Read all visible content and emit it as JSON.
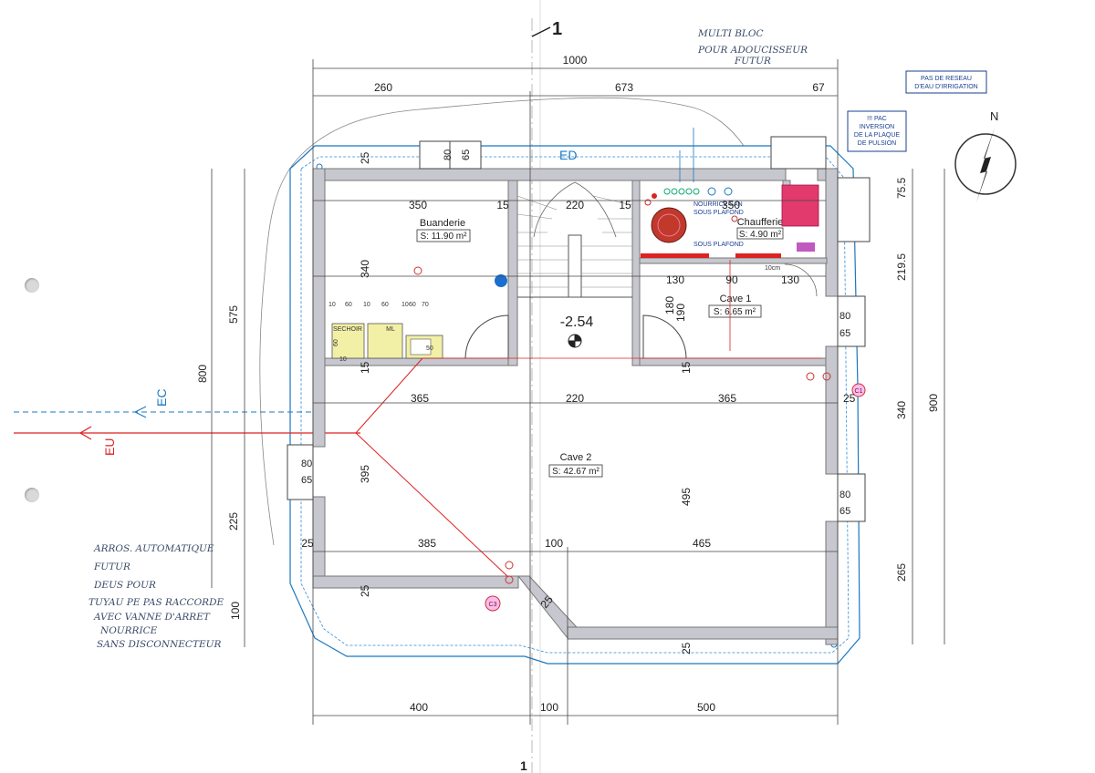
{
  "section_marker": "1",
  "networks": {
    "ed": "ED",
    "ec": "EC",
    "eu": "EU"
  },
  "rooms": {
    "buanderie": {
      "name": "Buanderie",
      "area": "S: 11.90 m²"
    },
    "chaufferie": {
      "name": "Chaufferie",
      "area": "S: 4.90 m²"
    },
    "cave1": {
      "name": "Cave 1",
      "area": "S: 6.65 m²"
    },
    "cave2": {
      "name": "Cave 2",
      "area": "S: 42.67 m²"
    }
  },
  "level": "-2.54",
  "dims_top": {
    "total": "1000",
    "left": "260",
    "middle": "673",
    "right": "67"
  },
  "dims_interior_top": {
    "d350a": "350",
    "d15a": "15",
    "d220a": "220",
    "d15b": "15",
    "d350b": "350"
  },
  "dims_row2": {
    "d130a": "130",
    "d90": "90",
    "d130b": "130"
  },
  "dims_mid": {
    "d365a": "365",
    "d220": "220",
    "d365b": "365"
  },
  "dims_lower": {
    "d25a": "25",
    "d385": "385",
    "d100": "100",
    "d465": "465"
  },
  "dims_bottom": {
    "d400": "400",
    "d100": "100",
    "d500": "500"
  },
  "dims_small": {
    "d25_top": "25",
    "d25_side": "25",
    "d25_bottom": "25",
    "d25_diag": "25",
    "d25_bot2": "25",
    "d15_left": "15",
    "d15_right": "15",
    "d340_left": "340",
    "d395": "395",
    "d495": "495",
    "d180": "180",
    "d190": "190",
    "d10": "10",
    "d60": "60",
    "d10b": "10",
    "d60b": "60",
    "d10c": "10",
    "d60c": "60",
    "d70": "70",
    "d60_v": "60",
    "d10_v": "10",
    "d50": "50",
    "d10cm": "10cm"
  },
  "dims_left": {
    "d575": "575",
    "d800": "800",
    "d225": "225",
    "d100": "100"
  },
  "dims_right": {
    "d75_5": "75.5",
    "d219_5": "219.5",
    "d340": "340",
    "d900": "900",
    "d265": "265"
  },
  "windows": [
    {
      "w": "80",
      "h": "65"
    },
    {
      "w": "80",
      "h": "65"
    },
    {
      "w": "80",
      "h": "65"
    },
    {
      "w": "80",
      "h": "65"
    }
  ],
  "appliances": {
    "sechoir": "SECHOIR",
    "ml": "ML"
  },
  "markers": {
    "c1": "C1",
    "c3": "C3"
  },
  "boxes": {
    "reseau": "PAS DE RESEAU\nD'EAU D'IRRIGATION",
    "pac": "!!! PAC\nINVERSION\nDE LA PLAQUE\nDE PULSION"
  },
  "labels": {
    "nourrice": "NOURRICE SAN",
    "sous_plafond1": "SOUS PLAFOND",
    "sous_plafond2": "SOUS PLAFOND",
    "compass": "N"
  },
  "handwriting": {
    "top": [
      "MULTI BLOC",
      "POUR ADOUCISSEUR",
      "FUTUR"
    ],
    "left": [
      "ARROS. AUTOMATIQUE",
      "FUTUR",
      "DEUS POUR",
      "TUYAU PE PAS RACCORDE",
      "AVEC VANNE D'ARRET",
      "NOURRICE",
      "SANS DISCONNECTEUR"
    ]
  },
  "colors": {
    "wall": "#c7c7cf",
    "blue_network": "#1a78c2",
    "red_network": "#d22222",
    "marker": "#d04040"
  }
}
